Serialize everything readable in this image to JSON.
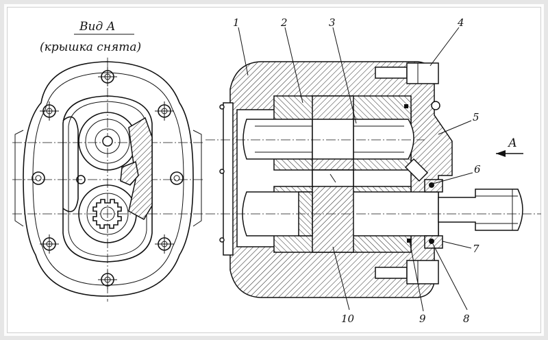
{
  "view_title": "Вид А",
  "view_subtitle": "(крышка снята)",
  "arrow_label": "А",
  "callouts": [
    "1",
    "2",
    "3",
    "4",
    "5",
    "6",
    "7",
    "8",
    "9",
    "10"
  ]
}
